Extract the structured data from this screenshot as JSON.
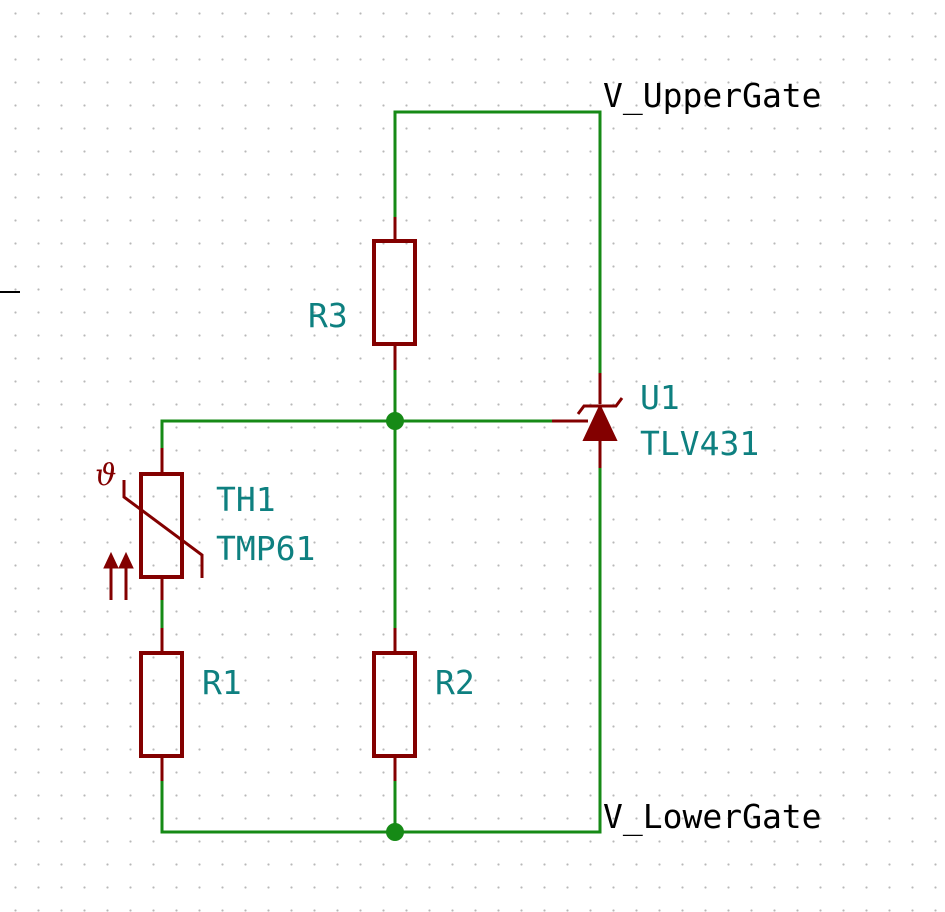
{
  "nets": {
    "upper": "V_UpperGate",
    "lower": "V_LowerGate"
  },
  "components": {
    "r3": {
      "ref": "R3"
    },
    "r1": {
      "ref": "R1"
    },
    "r2": {
      "ref": "R2"
    },
    "th1": {
      "ref": "TH1",
      "value": "TMP61",
      "symbol_mark": "ϑ"
    },
    "u1": {
      "ref": "U1",
      "value": "TLV431"
    }
  },
  "colors": {
    "wire": "#168a16",
    "symbol": "#830000",
    "label": "#0e8080",
    "net_label": "#000000",
    "grid_dot": "#b8b8b8"
  }
}
